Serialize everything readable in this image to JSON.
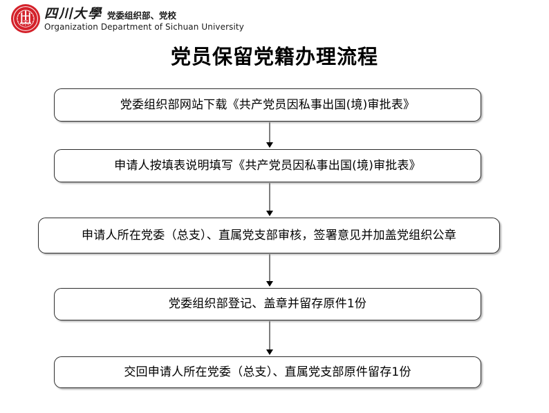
{
  "header": {
    "logo": {
      "name": "sichuan-university-seal",
      "color": "#d4212a",
      "inner_text_cn": "四川大學",
      "inner_text_en": "SICHUAN UNIVERSITY",
      "year": "1896"
    },
    "brand_cn": "四川大學",
    "department_cn": "党委组织部、党校",
    "brand_en": "Organization Department of Sichuan University"
  },
  "title": "党员保留党籍办理流程",
  "flow": {
    "steps": [
      {
        "id": "step-1",
        "label": "党委组织部网站下载《共产党员因私事出国(境)审批表》"
      },
      {
        "id": "step-2",
        "label": "申请人按填表说明填写《共产党员因私事出国(境)审批表》"
      },
      {
        "id": "step-3",
        "label": "申请人所在党委（总支）、直属党支部审核，签署意见并加盖党组织公章"
      },
      {
        "id": "step-4",
        "label": "党委组织部登记、盖章并留存原件1份"
      },
      {
        "id": "step-5",
        "label": "交回申请人所在党委（总支）、直属党支部原件留存1份"
      }
    ],
    "connectors": [
      {
        "from": "step-1",
        "to": "step-2",
        "kind": "down-arrow"
      },
      {
        "from": "step-2",
        "to": "step-3",
        "kind": "down-arrow"
      },
      {
        "from": "step-3",
        "to": "step-4",
        "kind": "down-arrow"
      },
      {
        "from": "step-4",
        "to": "step-5",
        "kind": "down-arrow"
      }
    ]
  },
  "colors": {
    "seal_red": "#d4212a",
    "box_border": "#2b2b2b",
    "arrow_shaft": "#7d7d7d",
    "arrow_head": "#000000",
    "text": "#000000",
    "background": "#ffffff"
  }
}
